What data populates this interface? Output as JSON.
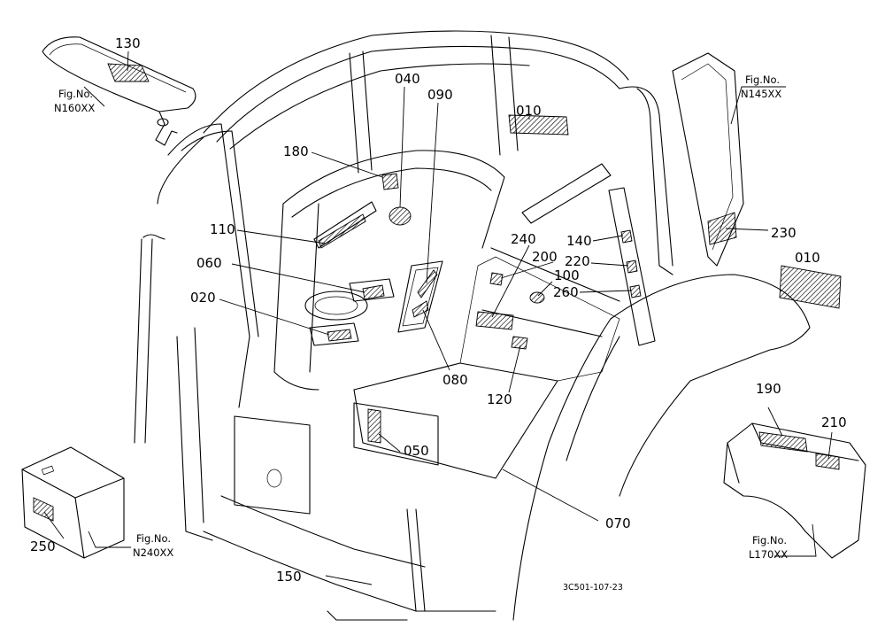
{
  "callouts": {
    "c130": "130",
    "c040": "040",
    "c090": "090",
    "c010a": "010",
    "c180": "180",
    "c110": "110",
    "c060": "060",
    "c020": "020",
    "c240": "240",
    "c140": "140",
    "c200": "200",
    "c220": "220",
    "c100": "100",
    "c260": "260",
    "c230": "230",
    "c010b": "010",
    "c080": "080",
    "c120": "120",
    "c190": "190",
    "c210": "210",
    "c050": "050",
    "c070": "070",
    "c250": "250",
    "c150": "150"
  },
  "figrefs": {
    "n160": {
      "label": "Fig.No.",
      "code": "N160XX"
    },
    "n145": {
      "label": "Fig.No.",
      "code": "N145XX"
    },
    "n240": {
      "label": "Fig.No.",
      "code": "N240XX"
    },
    "l170": {
      "label": "Fig.No.",
      "code": "L170XX"
    }
  },
  "drawing_number": "3C501-107-23"
}
